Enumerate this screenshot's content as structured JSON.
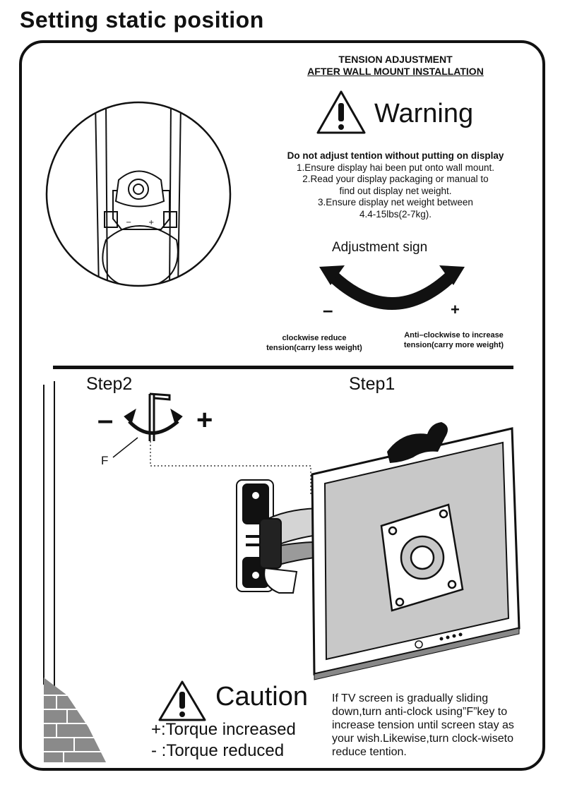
{
  "page_title": "Setting static position",
  "tension": {
    "title_line1": "TENSION  ADJUSTMENT",
    "title_line2": "AFTER WALL MOUNT INSTALLATION"
  },
  "warning": {
    "label": "Warning",
    "heading": "Do not adjust tention without putting on display",
    "lines": [
      "1.Ensure display hai been put onto wall mount.",
      "2.Read your display packaging or manual to",
      "find out display net weight.",
      "3.Ensure display net weight between",
      "4.4-15lbs(2-7kg)."
    ]
  },
  "adjustment": {
    "label": "Adjustment sign",
    "minus": "–",
    "plus": "+",
    "cw_line1": "clockwise  reduce",
    "cw_line2": "tension(carry less weight)",
    "ccw_line1": "Anti–clockwise to increase",
    "ccw_line2": "tension(carry more weight)"
  },
  "steps": {
    "step2": "Step2",
    "step1": "Step1",
    "minus": "–",
    "plus": "+",
    "key_label": "F"
  },
  "caution": {
    "label": "Caution",
    "torque_increased": "+:Torque increased",
    "torque_reduced": "- :Torque reduced",
    "instruction": "If TV screen is gradually sliding down,turn anti-clock using”F”key to increase tension until screen stay as your wish.Likewise,turn clock-wiseto reduce tention."
  },
  "colors": {
    "ink": "#111111",
    "screen": "#c8c8c8",
    "brick": "#8a8a8a"
  }
}
